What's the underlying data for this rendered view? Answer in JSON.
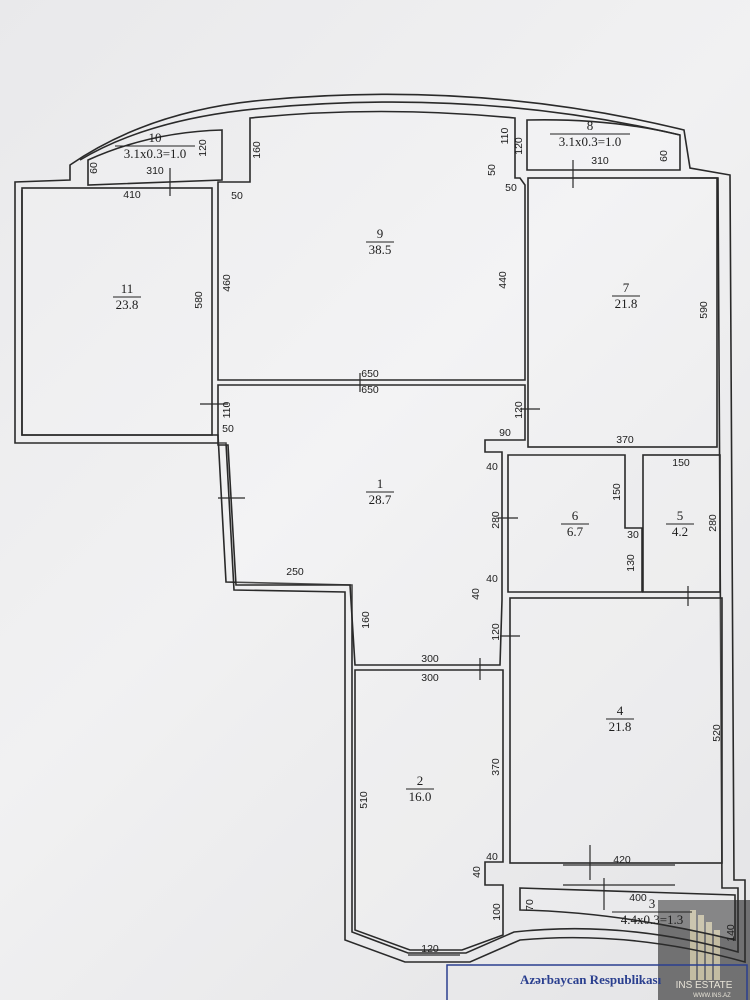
{
  "rooms": [
    {
      "number": "1",
      "area": "28.7"
    },
    {
      "number": "2",
      "area": "16.0"
    },
    {
      "number": "3",
      "area": "4.4x0.3=1.3"
    },
    {
      "number": "4",
      "area": "21.8"
    },
    {
      "number": "5",
      "area": "4.2"
    },
    {
      "number": "6",
      "area": "6.7"
    },
    {
      "number": "7",
      "area": "21.8"
    },
    {
      "number": "8",
      "area": "3.1x0.3=1.0"
    },
    {
      "number": "9",
      "area": "38.5"
    },
    {
      "number": "10",
      "area": "3.1x0.3=1.0"
    },
    {
      "number": "11",
      "area": "23.8"
    }
  ],
  "dimensions": [
    "410",
    "580",
    "120",
    "60",
    "310",
    "160",
    "50",
    "460",
    "440",
    "650",
    "650",
    "310",
    "60",
    "110",
    "120",
    "50",
    "50",
    "590",
    "370",
    "120",
    "90",
    "110",
    "50",
    "250",
    "160",
    "40",
    "280",
    "40",
    "40",
    "120",
    "300",
    "150",
    "30",
    "130",
    "150",
    "280",
    "520",
    "420",
    "300",
    "510",
    "370",
    "40",
    "40",
    "100",
    "120",
    "400",
    "70",
    "140"
  ],
  "stamp": {
    "text": "Azərbaycan Respublikası",
    "color": "#2a3f8f"
  },
  "watermark": {
    "brand": "INS ESTATE",
    "url": "WWW.INS.AZ"
  }
}
